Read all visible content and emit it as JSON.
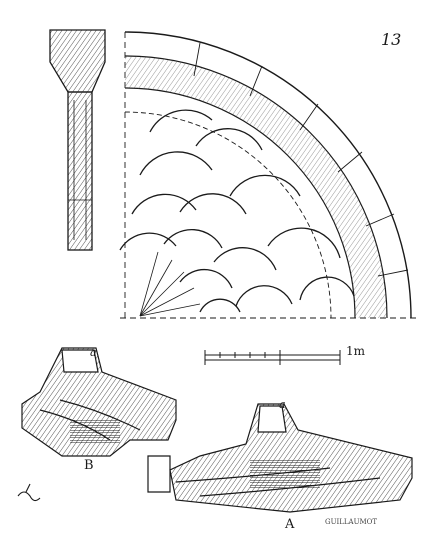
{
  "plate": {
    "page_number": "13",
    "scale_label": "1m",
    "label_a": "A",
    "label_b": "B",
    "sublabel_a_top": "a",
    "sublabel_b_top": "a",
    "engraver_signature": "GUILLAUMOT"
  },
  "colors": {
    "ink": "#1a1a1a",
    "paper": "#ffffff",
    "hatch": "#555555"
  }
}
